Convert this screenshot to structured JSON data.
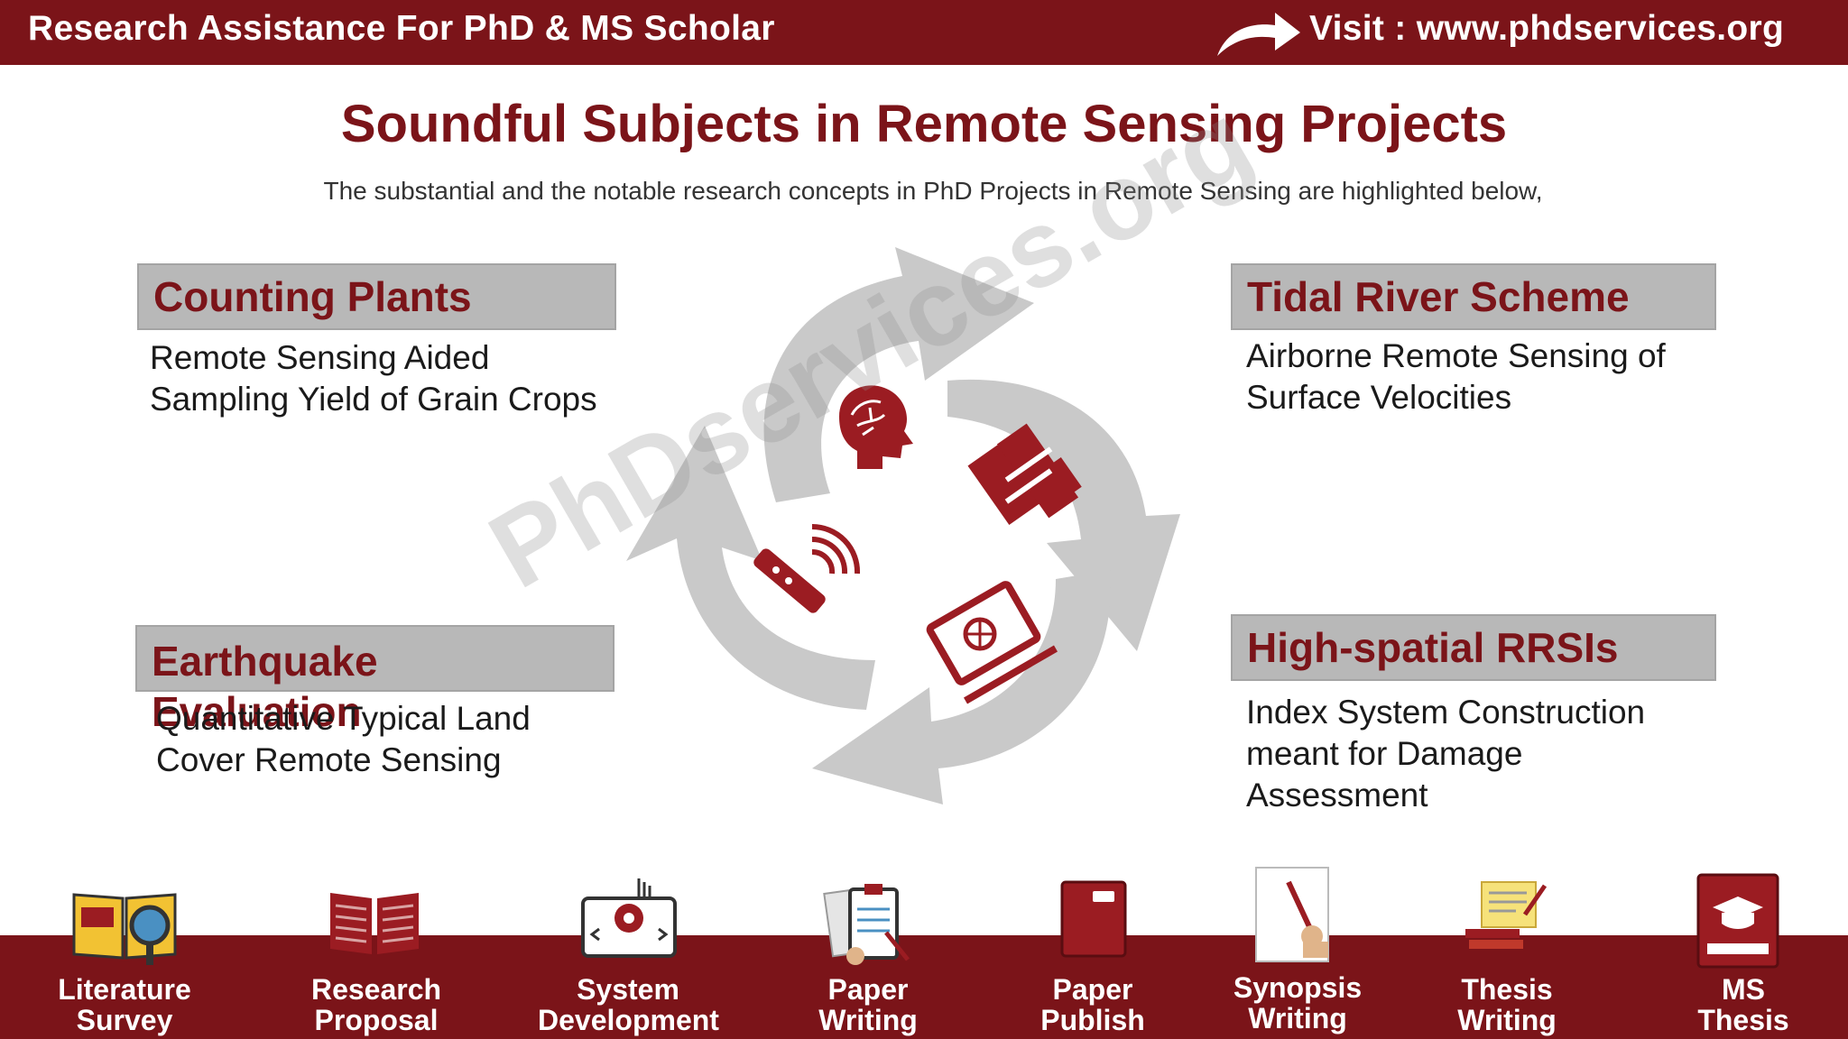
{
  "header": {
    "left_text": "Research Assistance For PhD & MS Scholar",
    "right_text": "Visit : www.phdservices.org"
  },
  "main": {
    "title": "Soundful Subjects in Remote Sensing Projects",
    "subtitle": "The substantial and the notable research concepts in PhD Projects in Remote Sensing are highlighted below,",
    "watermark": "PhDservices.org",
    "topics": [
      {
        "title": "Counting Plants",
        "desc_lines": [
          "Remote Sensing Aided",
          "Sampling Yield of Grain Crops"
        ]
      },
      {
        "title": "Tidal River Scheme",
        "desc_lines": [
          "Airborne Remote Sensing of",
          "Surface Velocities"
        ]
      },
      {
        "title": "Earthquake Evaluation",
        "desc_lines": [
          "Quantitative Typical Land",
          "Cover Remote Sensing"
        ]
      },
      {
        "title": "High-spatial RRSIs",
        "desc_lines": [
          "Index System Construction",
          "meant for Damage",
          "Assessment"
        ]
      }
    ]
  },
  "services": [
    {
      "line1": "Literature",
      "line2": "Survey",
      "icon": "literature-survey-icon"
    },
    {
      "line1": "Research",
      "line2": "Proposal",
      "icon": "book-icon"
    },
    {
      "line1": "System",
      "line2": "Development",
      "icon": "monitor-gear-icon"
    },
    {
      "line1": "Paper",
      "line2": "Writing",
      "icon": "clipboard-writing-icon"
    },
    {
      "line1": "Paper",
      "line2": "Publish",
      "icon": "notebook-icon"
    },
    {
      "line1": "Synopsis",
      "line2": "Writing",
      "icon": "pen-paper-icon"
    },
    {
      "line1": "Thesis",
      "line2": "Writing",
      "icon": "scroll-books-icon"
    },
    {
      "line1": "MS",
      "line2": "Thesis",
      "icon": "graduation-book-icon"
    }
  ],
  "colors": {
    "brand": "#7b1419",
    "box_gray": "#b8b8b8",
    "arrow_gray": "#c8c8c8"
  }
}
